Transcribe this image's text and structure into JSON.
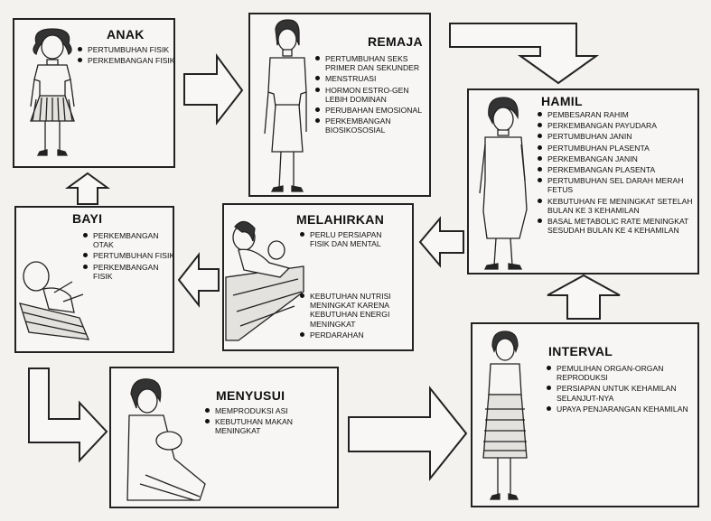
{
  "anak": {
    "title": "ANAK",
    "items": [
      "PERTUMBUHAN FISIK",
      "PERKEMBANGAN FISIK"
    ]
  },
  "remaja": {
    "title": "REMAJA",
    "items": [
      "PERTUMBUHAN SEKS PRIMER DAN SEKUNDER",
      "MENSTRUASI",
      "HORMON ESTRO-GEN LEBIH DOMINAN",
      "PERUBAHAN EMOSIONAL",
      "PERKEMBANGAN BIOSIKOSOSIAL"
    ]
  },
  "hamil": {
    "title": "HAMIL",
    "items": [
      "PEMBESARAN RAHIM",
      "PERKEMBANGAN PAYUDARA",
      "PERTUMBUHAN JANIN",
      "PERTUMBUHAN PLASENTA",
      "PERKEMBANGAN JANIN",
      "PERKEMBANGAN PLASENTA",
      "PERTUMBUHAN SEL DARAH MERAH FETUS",
      "KEBUTUHAN Fe MENINGKAT SETELAH BULAN KE 3 KEHAMILAN",
      "BASAL METABOLIC RATE MENINGKAT SESUDAH BULAN KE 4 KEHAMILAN"
    ]
  },
  "bayi": {
    "title": "BAYI",
    "items": [
      "PERKEMBANGAN OTAK",
      "PERTUMBUHAN FISIK",
      "PERKEMBANGAN FISIK"
    ]
  },
  "melahirkan": {
    "title": "MELAHIRKAN",
    "items": [
      "PERLU PERSIAPAN FISIK DAN MENTAL",
      "KEBUTUHAN NUTRISI MENINGKAT KARENA KEBUTUHAN ENERGI MENINGKAT",
      "PERDARAHAN"
    ]
  },
  "menyusui": {
    "title": "MENYUSUI",
    "items": [
      "MEMPRODUKSI ASI",
      "KEBUTUHAN MAKAN MENINGKAT"
    ]
  },
  "interval": {
    "title": "INTERVAL",
    "items": [
      "PEMULIHAN ORGAN-ORGAN REPRODUKSI",
      "PERSIAPAN UNTUK KEHAMILAN SELANJUT-NYA",
      "UPAYA PENJARANGAN KEHAMILAN"
    ]
  }
}
